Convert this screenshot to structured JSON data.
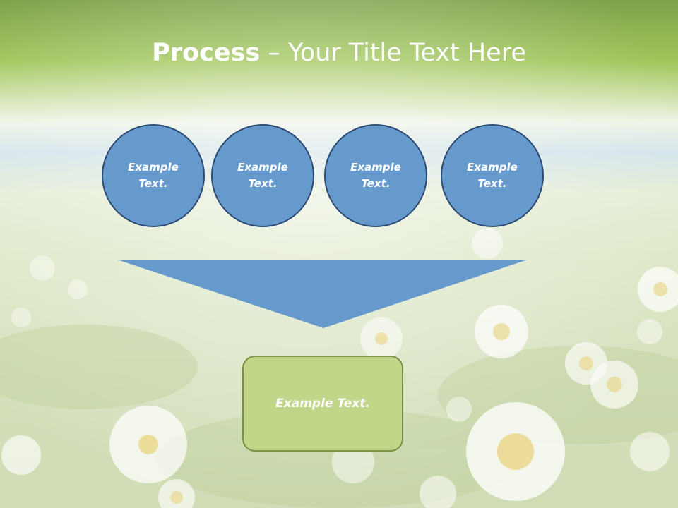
{
  "slide": {
    "title_bold": "Process",
    "title_rest": " – Your Title Text Here"
  },
  "steps": [
    {
      "label": "Example Text."
    },
    {
      "label": "Example Text."
    },
    {
      "label": "Example Text."
    },
    {
      "label": "Example Text."
    }
  ],
  "result": {
    "label": "Example Text."
  },
  "colors": {
    "circle_fill": "#6699cc",
    "circle_border": "#2c4a72",
    "funnel_fill": "#6699cc",
    "result_fill": "#c1d688",
    "result_border": "#7c9145",
    "header_green": "#9cc15a"
  },
  "background": "daisy-meadow-photo"
}
